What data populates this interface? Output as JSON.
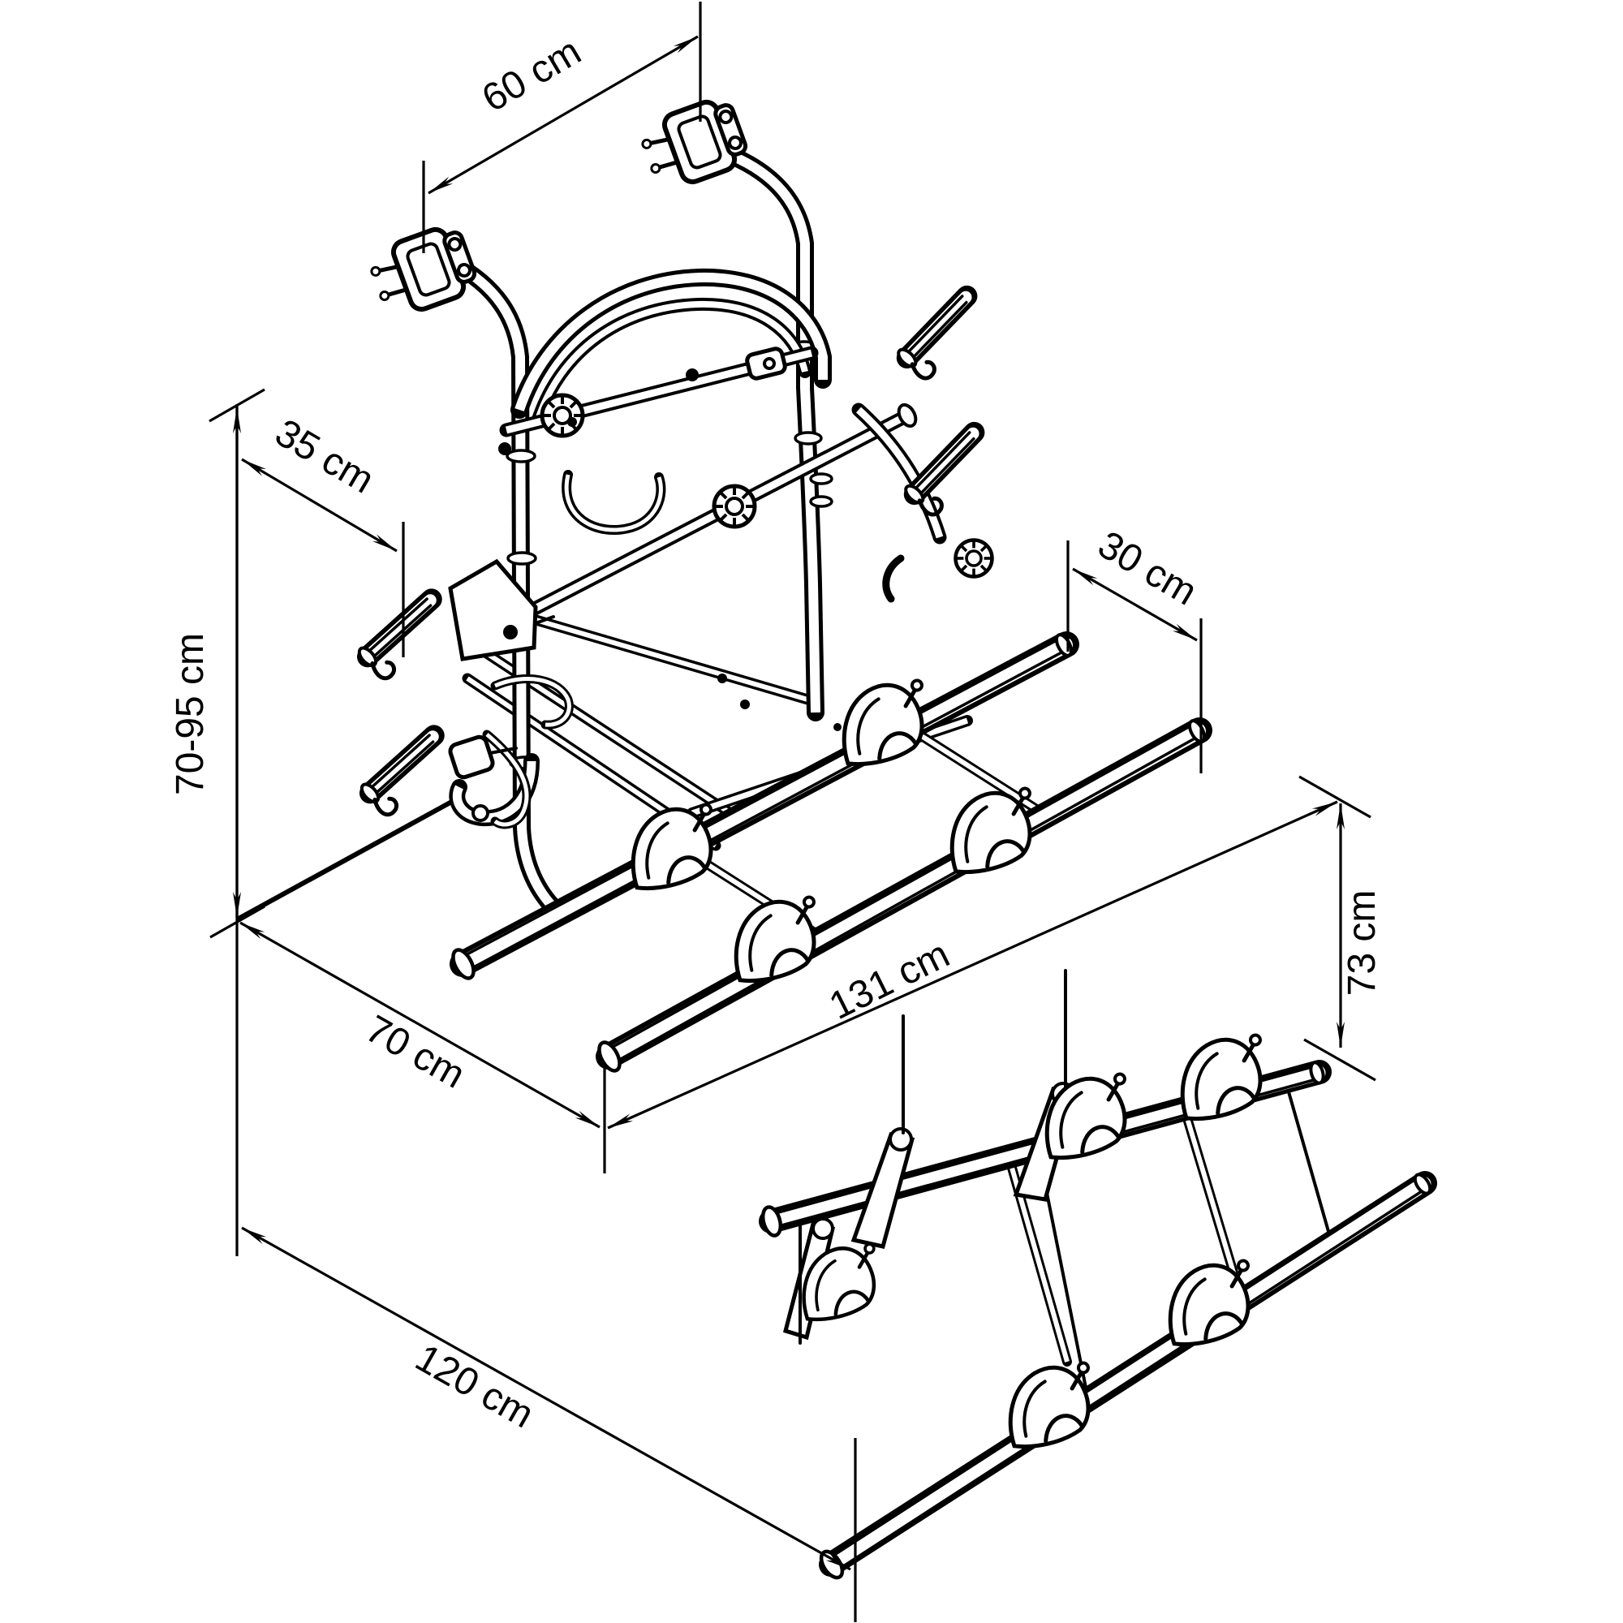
{
  "canvas": {
    "background": "#ffffff",
    "line_color": "#000000"
  },
  "figure": {
    "kind": "isometric technical drawing",
    "subject": "wall-mounted lift bike carrier with two bike rails and detached rail assembly"
  },
  "dimensions": {
    "mount_spacing": {
      "label": "60 cm"
    },
    "bracket_offset": {
      "label": "35 cm"
    },
    "mount_height_range": {
      "label": "70-95 cm"
    },
    "rail_spacing": {
      "label": "30 cm"
    },
    "lowered_height": {
      "label": "73 cm"
    },
    "platform_length": {
      "label": "131 cm"
    },
    "platform_depth": {
      "label": "70 cm"
    },
    "overall_width": {
      "label": "120 cm"
    }
  }
}
